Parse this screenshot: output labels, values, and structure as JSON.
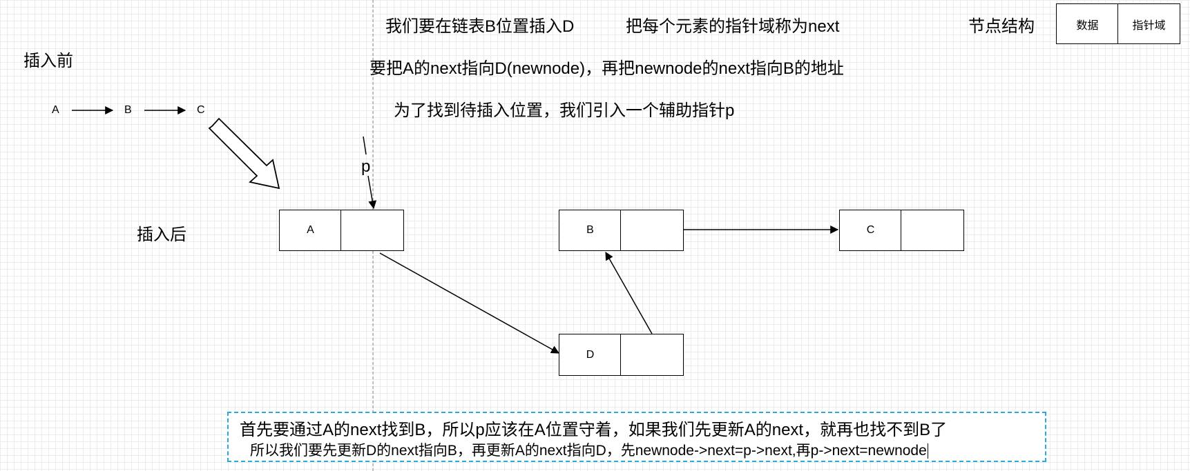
{
  "header": {
    "line1a": "我们要在链表B位置插入D",
    "line1b": "把每个元素的指针域称为next",
    "line2": "要把A的next指向D(newnode)，再把newnode的next指向B的地址",
    "line3": "为了找到待插入位置，我们引入一个辅助指针p"
  },
  "legend": {
    "title": "节点结构",
    "data_cell": "数据",
    "pointer_cell": "指针域"
  },
  "before": {
    "label": "插入前",
    "nodes": [
      "A",
      "B",
      "C"
    ]
  },
  "after": {
    "label": "插入后",
    "pointer_label": "p",
    "nodes": {
      "a": "A",
      "b": "B",
      "c": "C",
      "d": "D"
    }
  },
  "note": {
    "line1": "首先要通过A的next找到B，所以p应该在A位置守着，如果我们先更新A的next，就再也找不到B了",
    "line2": "所以我们要先更新D的next指向B，再更新A的next指向D，先newnode->next=p->next,再p->next=newnode"
  }
}
